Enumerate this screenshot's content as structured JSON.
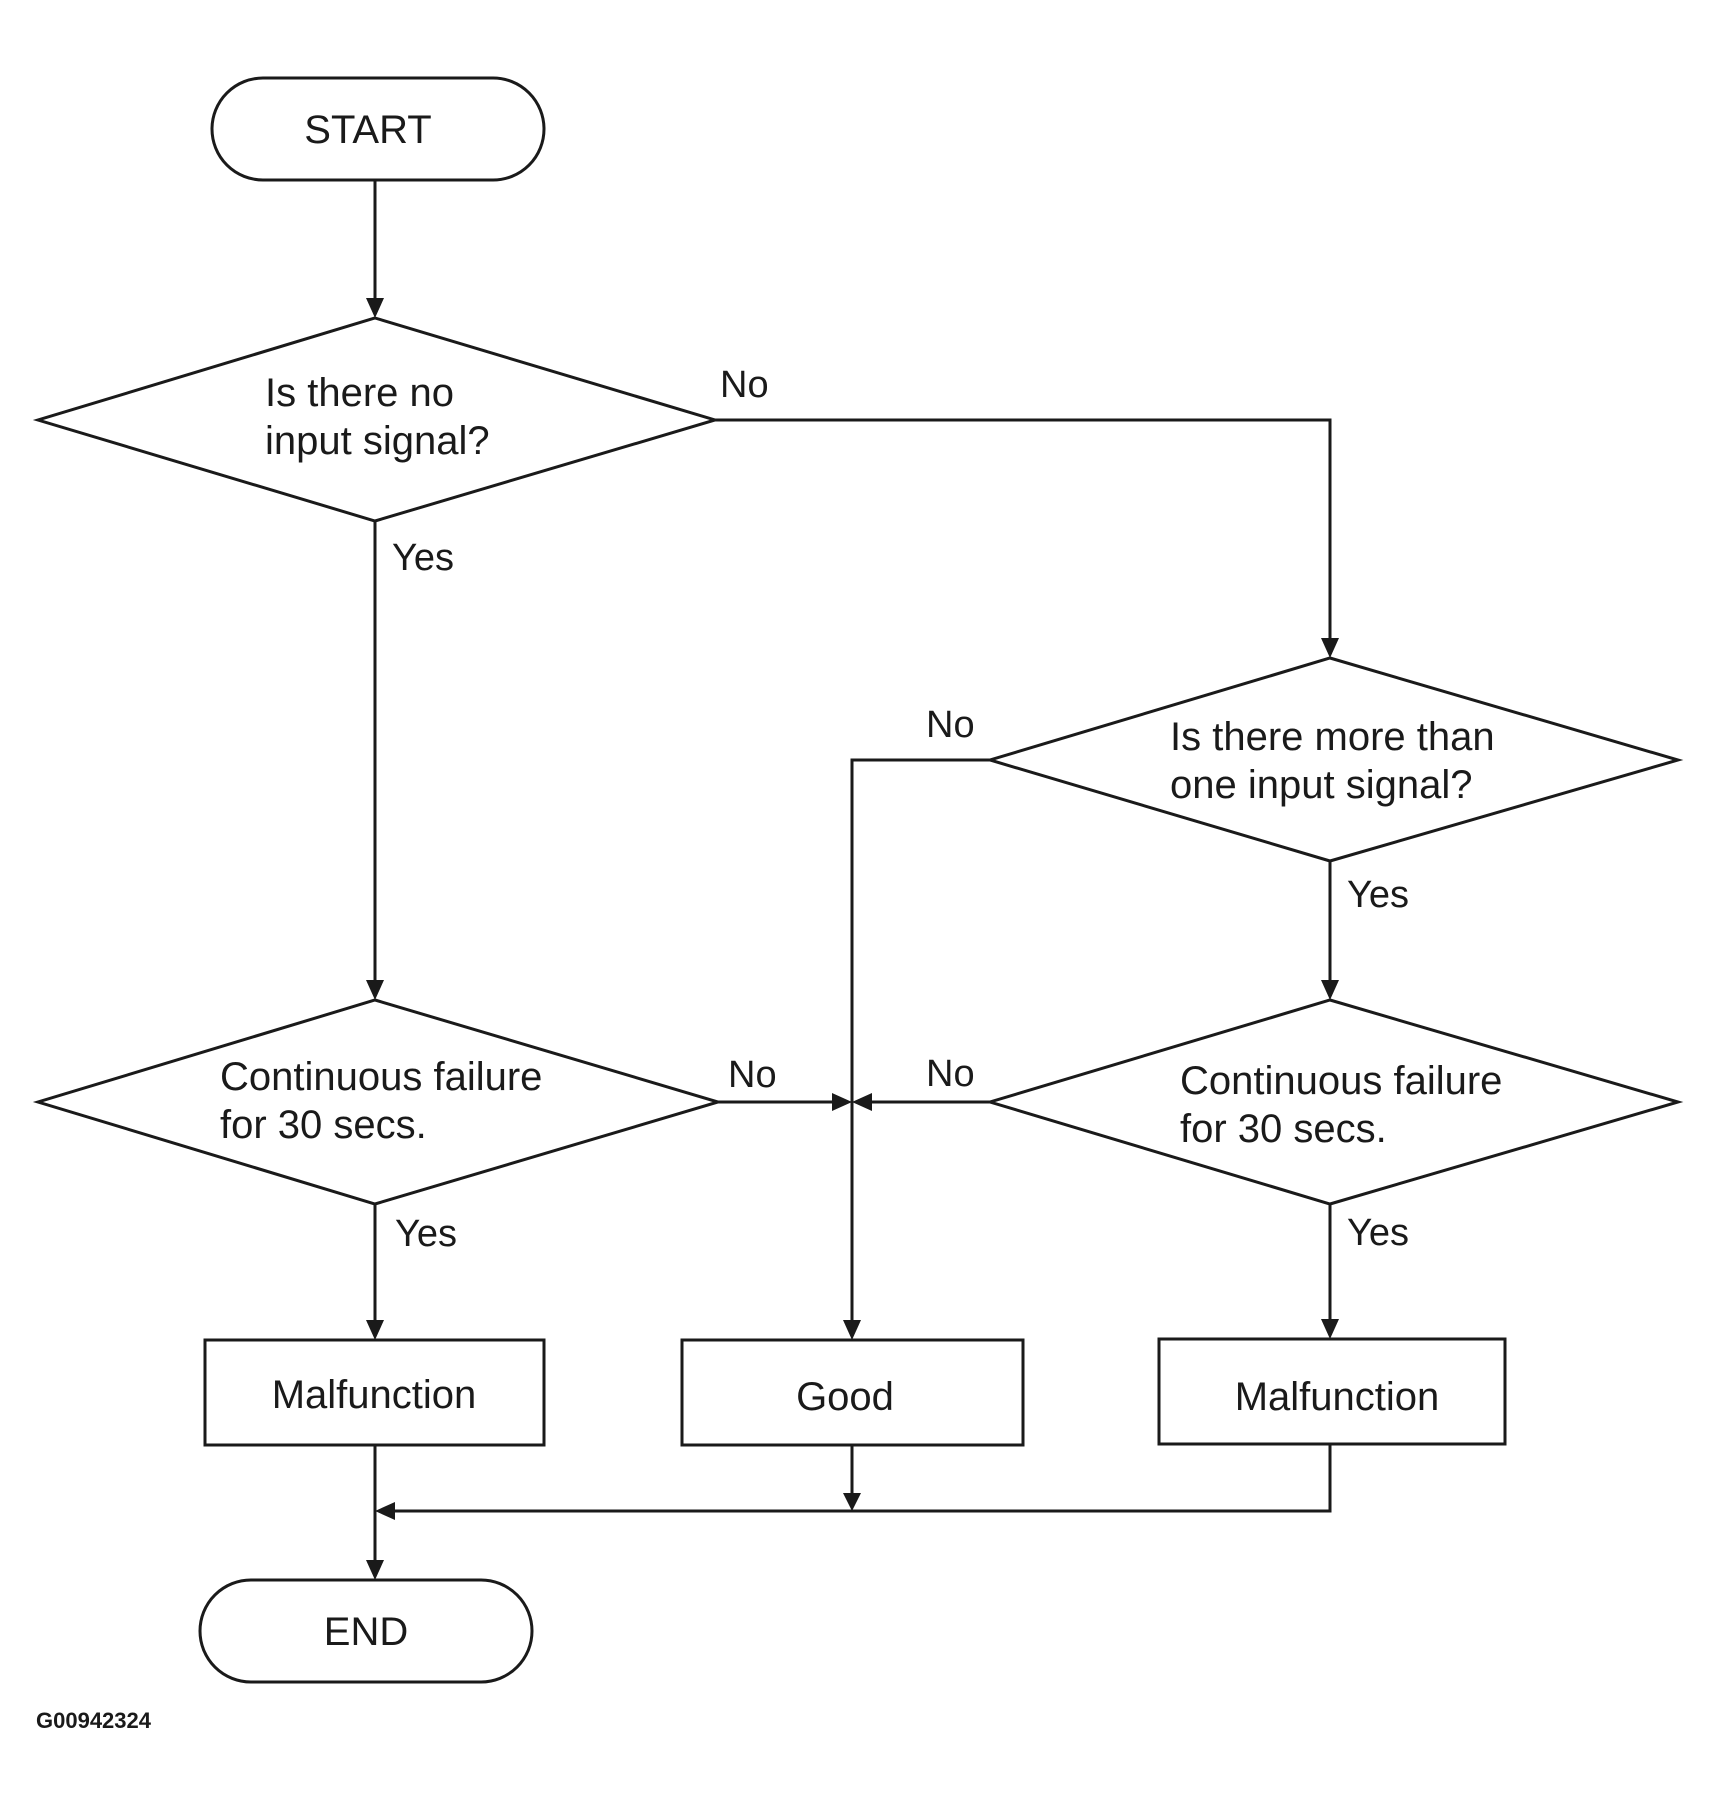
{
  "flowchart": {
    "start": "START",
    "end": "END",
    "decision_no_input": {
      "line1": "Is there no",
      "line2": "input signal?"
    },
    "decision_more_than_one": {
      "line1": "Is there more than",
      "line2": "one input signal?"
    },
    "decision_continuous_left": {
      "line1": "Continuous failure",
      "line2": "for 30 secs."
    },
    "decision_continuous_right": {
      "line1": "Continuous failure",
      "line2": "for 30 secs."
    },
    "result_malfunction_left": "Malfunction",
    "result_good": "Good",
    "result_malfunction_right": "Malfunction",
    "edge_labels": {
      "no_input_no": "No",
      "no_input_yes": "Yes",
      "more_than_one_no": "No",
      "more_than_one_yes": "Yes",
      "continuous_left_no": "No",
      "continuous_left_yes": "Yes",
      "continuous_right_no": "No",
      "continuous_right_yes": "Yes"
    }
  },
  "figure_code": "G00942324"
}
